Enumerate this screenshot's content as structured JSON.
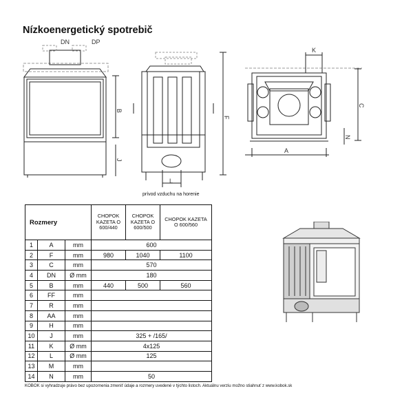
{
  "title": "Nízkoenergetický spotrebič",
  "front_view_labels": {
    "dn": "DN",
    "dp": "DP",
    "b": "B",
    "j": "J"
  },
  "side_view_labels": {
    "f": "F",
    "l": "L"
  },
  "caption": "prívod vzduchu na horenie",
  "top_view_labels": {
    "k": "K",
    "c": "C",
    "n": "N",
    "a": "A"
  },
  "table": {
    "header": {
      "label": "Rozmery",
      "col1": [
        "CHOPOK",
        "KAZETA O",
        "600/440"
      ],
      "col2": [
        "CHOPOK",
        "KAZETA O",
        "600/500"
      ],
      "col3": [
        "CHOPOK  KAZETA",
        "O 600/560"
      ]
    },
    "rows": [
      {
        "n": "1",
        "code": "A",
        "unit": "mm",
        "values": [
          "600"
        ]
      },
      {
        "n": "2",
        "code": "F",
        "unit": "mm",
        "values": [
          "980",
          "1040",
          "1100"
        ]
      },
      {
        "n": "3",
        "code": "C",
        "unit": "mm",
        "values": [
          "570"
        ]
      },
      {
        "n": "4",
        "code": "DN",
        "unit": "Ø mm",
        "values": [
          "180"
        ]
      },
      {
        "n": "5",
        "code": "B",
        "unit": "mm",
        "values": [
          "440",
          "500",
          "560"
        ]
      },
      {
        "n": "6",
        "code": "FF",
        "unit": "mm",
        "values": [
          ""
        ]
      },
      {
        "n": "7",
        "code": "R",
        "unit": "mm",
        "values": [
          ""
        ]
      },
      {
        "n": "8",
        "code": "AA",
        "unit": "mm",
        "values": [
          ""
        ]
      },
      {
        "n": "9",
        "code": "H",
        "unit": "mm",
        "values": [
          ""
        ]
      },
      {
        "n": "10",
        "code": "J",
        "unit": "mm",
        "values": [
          "325 + /165/"
        ]
      },
      {
        "n": "11",
        "code": "K",
        "unit": "Ø mm",
        "values": [
          "4x125"
        ]
      },
      {
        "n": "12",
        "code": "L",
        "unit": "Ø mm",
        "values": [
          "125"
        ]
      },
      {
        "n": "13",
        "code": "M",
        "unit": "mm",
        "values": [
          ""
        ]
      },
      {
        "n": "14",
        "code": "N",
        "unit": "mm",
        "values": [
          "50"
        ]
      }
    ]
  },
  "footer": "KOBOK si vyhradzuje právo bez upozornenia zmeniť údaje a rozmery uvedené v týchto listoch. Aktuálnu verziu možno stiahnuť z www.kobok.sk"
}
